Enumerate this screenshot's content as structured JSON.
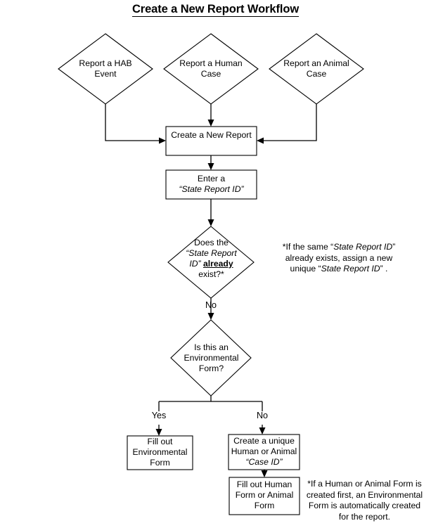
{
  "title": "Create a New Report Workflow",
  "nodes": {
    "hab": {
      "label": "Report a HAB Event",
      "shape": "diamond"
    },
    "human": {
      "label": "Report a Human Case",
      "shape": "diamond"
    },
    "animal": {
      "label": "Report an Animal Case",
      "shape": "diamond"
    },
    "create_report": {
      "label": "Create a New Report",
      "shape": "process"
    },
    "enter_id": {
      "label_line1": "Enter a",
      "label_line2": "“State Report ID”",
      "shape": "process"
    },
    "id_exists": {
      "label_line1": "Does the",
      "label_line2": "“State Report",
      "label_line3_a": "ID” ",
      "label_line3_b": "already",
      "label_line4": "exist?*",
      "shape": "decision"
    },
    "is_env": {
      "label_line1": "Is this an",
      "label_line2": "Environmental",
      "label_line3": "Form?",
      "shape": "decision"
    },
    "fill_env": {
      "label_line1": "Fill out",
      "label_line2": "Environmental",
      "label_line3": "Form",
      "shape": "process"
    },
    "create_case_id": {
      "label_line1": "Create a unique",
      "label_line2": "Human or Animal",
      "label_line3": "“Case ID”",
      "shape": "process"
    },
    "fill_human_animal": {
      "label_line1": "Fill out Human",
      "label_line2": "Form or Animal",
      "label_line3": "Form",
      "shape": "process"
    }
  },
  "edge_labels": {
    "id_exists_no": "No",
    "is_env_yes": "Yes",
    "is_env_no": "No"
  },
  "notes": {
    "state_report_id": {
      "l1_a": "*If the same “",
      "l1_b": "State Report ID",
      "l1_c": "”",
      "l2": "already exists, assign a new",
      "l3_a": "unique “",
      "l3_b": "State Report ID",
      "l3_c": "” ."
    },
    "auto_env_form": {
      "l1": "*If a Human or Animal Form is",
      "l2": "created first, an Environmental",
      "l3": "Form is automatically created",
      "l4": "for the report."
    }
  },
  "colors": {
    "stroke": "#000000",
    "fill": "#ffffff",
    "background": "#ffffff"
  }
}
